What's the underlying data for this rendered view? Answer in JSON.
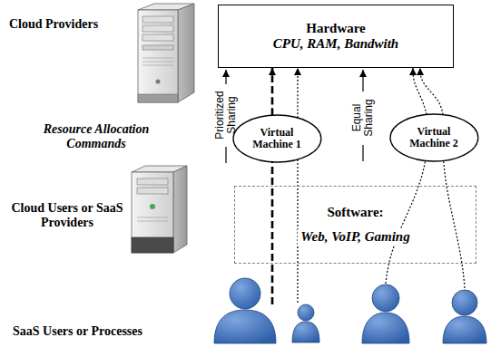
{
  "diagram": {
    "nodes": [
      {
        "text": [
          "Hardware",
          "CPU, RAM, Bandwith"
        ]
      },
      {
        "text": [
          "Virtual Machine 1"
        ]
      },
      {
        "text": [
          "Virtual Machine 2"
        ]
      },
      {
        "text": [
          "Software:",
          "Web, VoIP, Gaming"
        ]
      }
    ],
    "edges": [
      {
        "from": 1,
        "to": 0,
        "arrow": "to"
      },
      {
        "from": 1,
        "to": 0,
        "arrow": "to"
      },
      {
        "from": 2,
        "to": 0,
        "arrow": "to"
      },
      {
        "from": 2,
        "to": 0,
        "arrow": "to"
      }
    ],
    "labels": [
      "Cloud Providers",
      "Resource Allocation Commands",
      "Prioritized Sharing",
      "Equal Sharing",
      "Cloud Users or SaaS Providers",
      "SaaS Users or Processes"
    ]
  }
}
